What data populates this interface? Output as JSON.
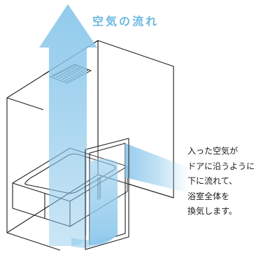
{
  "title": {
    "text": "空気の流れ",
    "color": "#6eb7e0"
  },
  "note": {
    "lines": [
      "入った空気が",
      "ドアに沿うように",
      "下に流れて、",
      "浴室全体を",
      "換気します。"
    ]
  },
  "colors": {
    "line": "#1e1e1e",
    "airflow": "#8cc8eb"
  },
  "icons": {
    "vent": "ceiling-vent-icon",
    "airflow": "airflow-arrow-icon"
  }
}
